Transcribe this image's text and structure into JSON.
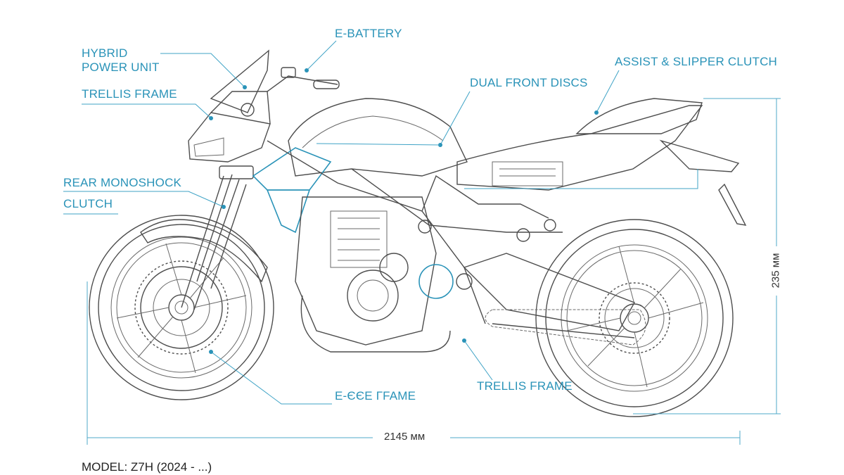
{
  "labels": {
    "e_battery": "E-BATTERY",
    "hybrid_power_unit": "HYBRID\nPOWER UNIT",
    "trellis_frame_top": "TRELLIS FRAME",
    "assist_slipper_clutch": "ASSIST & SLIPPER CLUTCH",
    "dual_front_discs": "DUAL FRONT DISCS",
    "rear_monoshock": "REAR MONOSHOCK",
    "clutch": "CLUTCH",
    "e_frame": "E-ЄЄЕ ГFAME",
    "trellis_frame_bottom": "TRELLIS FRAME"
  },
  "dimensions": {
    "length": "2145 мм",
    "height": "235 мм"
  },
  "model": "MODEL: Z7H (2024 - ...)",
  "colors": {
    "accent": "#2a93b8",
    "line": "#4d4d4d"
  }
}
